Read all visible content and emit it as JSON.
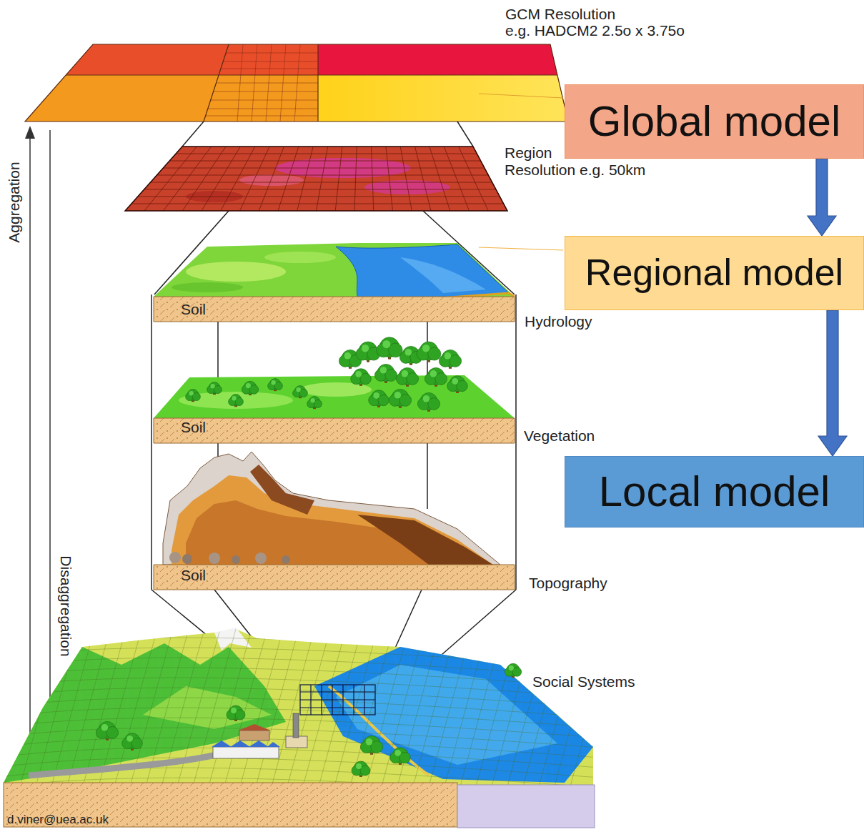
{
  "diagram": {
    "nodes": [
      {
        "text": [
          "Global model"
        ]
      },
      {
        "text": [
          "Regional model"
        ]
      },
      {
        "text": [
          "Local model"
        ]
      }
    ],
    "edges": [
      {
        "from": 0,
        "to": 1,
        "arrow": "to"
      },
      {
        "from": 1,
        "to": 2,
        "arrow": "to"
      }
    ],
    "labels": [
      "GCM Resolution",
      "e.g. HADCM2 2.5o x 3.75o",
      "Region",
      "Resolution e.g. 50km",
      "Aggregation",
      "Soil",
      "Hydrology",
      "Soil",
      "Vegetation",
      "Soil",
      "Topography",
      "Disaggregation",
      "Social Systems",
      "d.viner@uea.ac.uk"
    ]
  }
}
